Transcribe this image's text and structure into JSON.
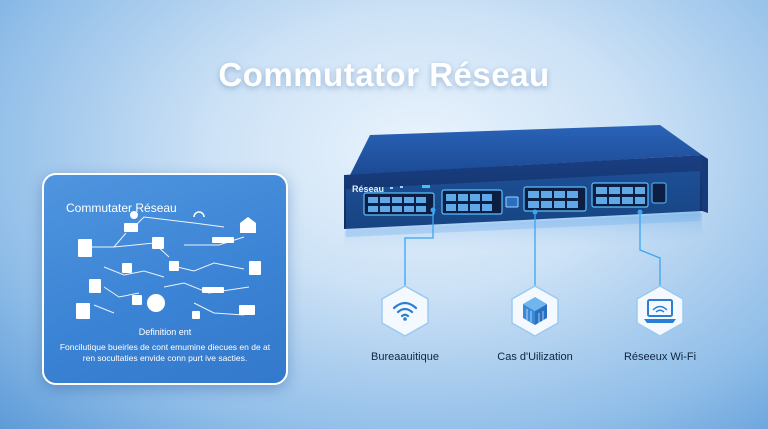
{
  "header": {
    "title": "Commutator Réseau"
  },
  "card": {
    "title": "Commutater Réseau",
    "subtitle": "Definition ent",
    "description": "Foncilutique bueirles de cont emumine diecues en de at ren socultaties envide conn purt ive sacties."
  },
  "switch": {
    "label": "Réseau"
  },
  "uses": [
    {
      "label": "Bureaauitique",
      "icon": "wifi-icon"
    },
    {
      "label": "Cas d'Uilization",
      "icon": "cube-icon"
    },
    {
      "label": "Réseeux Wi-Fi",
      "icon": "laptop-wifi-icon"
    }
  ],
  "colors": {
    "accent": "#3a82d4",
    "switch_body": "#1f4f9a",
    "glow": "#4fb2ff"
  }
}
